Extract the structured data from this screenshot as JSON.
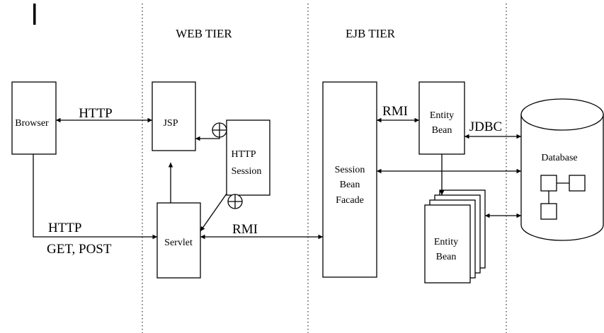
{
  "diagram": {
    "tiers": {
      "web": "WEB TIER",
      "ejb": "EJB TIER"
    },
    "nodes": {
      "browser": "Browser",
      "jsp": "JSP",
      "http_session_line1": "HTTP",
      "http_session_line2": "Session",
      "servlet": "Servlet",
      "session_facade_line1": "Session",
      "session_facade_line2": "Bean",
      "session_facade_line3": "Facade",
      "entity_bean_top_line1": "Entity",
      "entity_bean_top_line2": "Bean",
      "entity_bean_stack_line1": "Entity",
      "entity_bean_stack_line2": "Bean",
      "database": "Database"
    },
    "connections": {
      "browser_jsp": "HTTP",
      "browser_servlet_line1": "HTTP",
      "browser_servlet_line2": "GET, POST",
      "servlet_facade": "RMI",
      "facade_entity": "RMI",
      "entity_database": "JDBC"
    }
  }
}
